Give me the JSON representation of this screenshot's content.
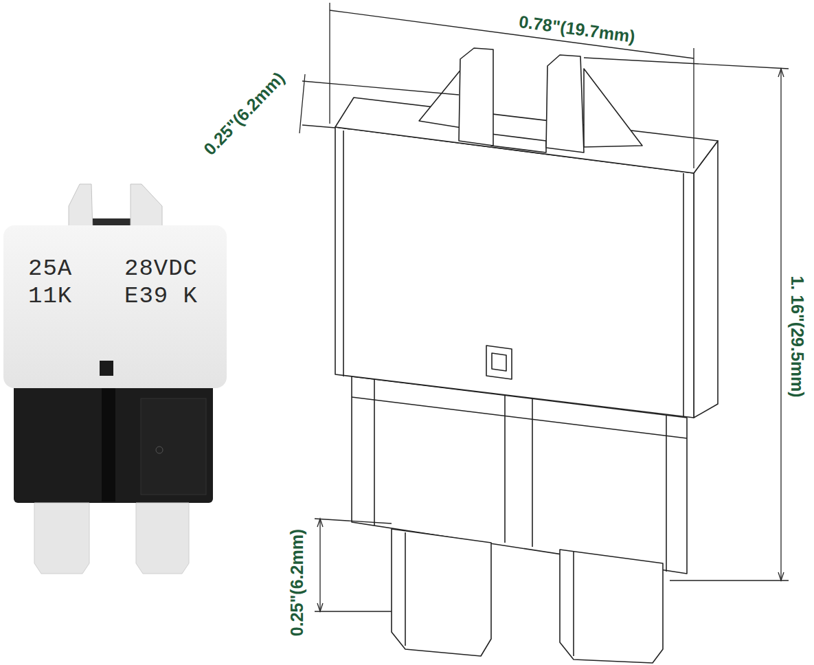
{
  "diagram": {
    "nodes": [
      {
        "text": [
          "25A",
          "28VDC",
          "11K",
          "E39 K"
        ]
      }
    ],
    "labels": [
      "0.78\"(19.7mm)",
      "0.25\"(6.2mm)",
      "1. 16\"(29.5mm)",
      "0.25\"(6.2mm)"
    ]
  }
}
